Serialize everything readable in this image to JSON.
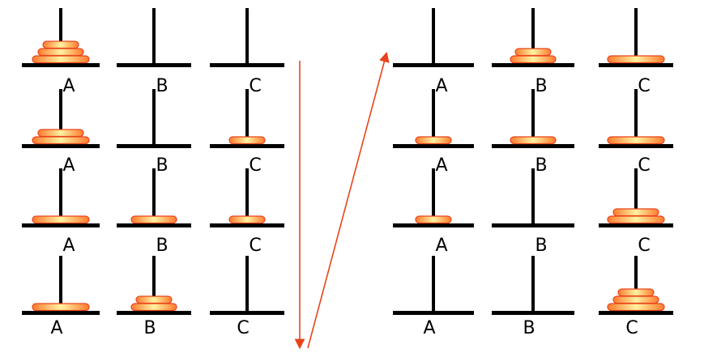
{
  "peg_labels": [
    "A",
    "B",
    "C"
  ],
  "colors": {
    "base": "#000000",
    "disk_stroke": "#e8441c",
    "disk_fill_edge": "#ff7a2e",
    "disk_fill_center": "#fff3a0",
    "arrow": "#e8441c"
  },
  "panels": [
    {
      "name": "left",
      "states": [
        {
          "pegs": [
            [
              3,
              2,
              1
            ],
            [],
            []
          ]
        },
        {
          "pegs": [
            [
              3,
              2
            ],
            [],
            [
              1
            ]
          ]
        },
        {
          "pegs": [
            [
              3
            ],
            [
              2
            ],
            [
              1
            ]
          ]
        },
        {
          "pegs": [
            [
              3
            ],
            [
              2,
              1
            ],
            []
          ]
        }
      ]
    },
    {
      "name": "right",
      "states": [
        {
          "pegs": [
            [],
            [
              2,
              1
            ],
            [
              3
            ]
          ]
        },
        {
          "pegs": [
            [
              1
            ],
            [
              2
            ],
            [
              3
            ]
          ]
        },
        {
          "pegs": [
            [
              1
            ],
            [],
            [
              3,
              2
            ]
          ]
        },
        {
          "pegs": [
            [],
            [],
            [
              3,
              2,
              1
            ]
          ]
        }
      ]
    }
  ]
}
